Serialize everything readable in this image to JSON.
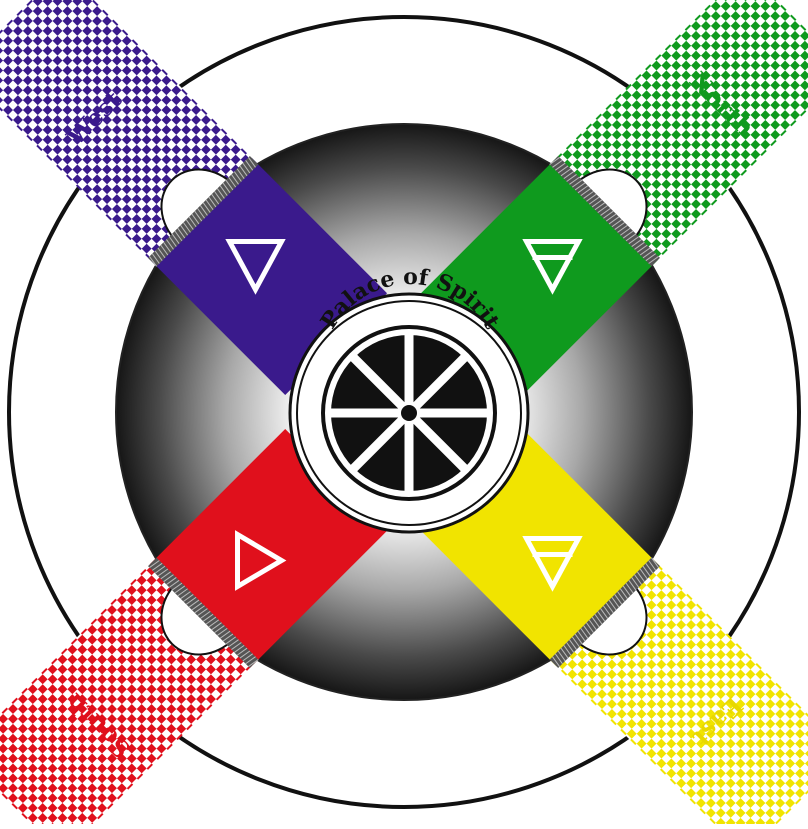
{
  "center": {
    "label": "Palace of Spirit",
    "wheel_spokes": 8
  },
  "quarters": [
    {
      "id": "west",
      "label": "West",
      "color": "#3a1a8c",
      "symbol": "triangle-down"
    },
    {
      "id": "north",
      "label": "North",
      "color": "#0f9a1e",
      "symbol": "triangle-down-bar"
    },
    {
      "id": "south",
      "label": "South",
      "color": "#e0101c",
      "symbol": "triangle-right"
    },
    {
      "id": "east",
      "label": "East",
      "color": "#f1e400",
      "symbol": "triangle-down-bar"
    }
  ],
  "colors": {
    "outline": "#111111",
    "sphere_light": "#ffffff",
    "sphere_dark": "#1a1a1a",
    "background": "#ffffff"
  }
}
